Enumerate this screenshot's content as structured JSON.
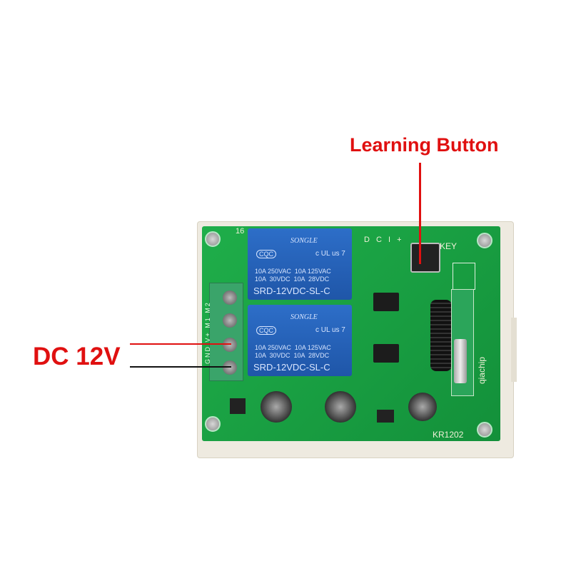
{
  "annotations": {
    "learning_button": "Learning Button",
    "dc_power": "DC 12V"
  },
  "board": {
    "model": "KR1202",
    "key_label": "KEY",
    "header_pins": "D C I +",
    "module_brand": "qiachip",
    "partial_marking": "16",
    "terminal_labels": "GND V+ M1 M2",
    "relays": [
      {
        "brand": "SONGLE",
        "cert": "CQC",
        "ul": "c UL us 7",
        "spec": "10A 250VAC  10A 125VAC\n10A  30VDC  10A  28VDC",
        "model": "SRD-12VDC-SL-C"
      },
      {
        "brand": "SONGLE",
        "cert": "CQC",
        "ul": "c UL us 7",
        "spec": "10A 250VAC  10A 125VAC\n10A  30VDC  10A  28VDC",
        "model": "SRD-12VDC-SL-C"
      }
    ]
  },
  "colors": {
    "annotation": "#e01010",
    "pcb": "#1a9f44",
    "relay": "#2563b8",
    "ground_wire": "#111111"
  }
}
